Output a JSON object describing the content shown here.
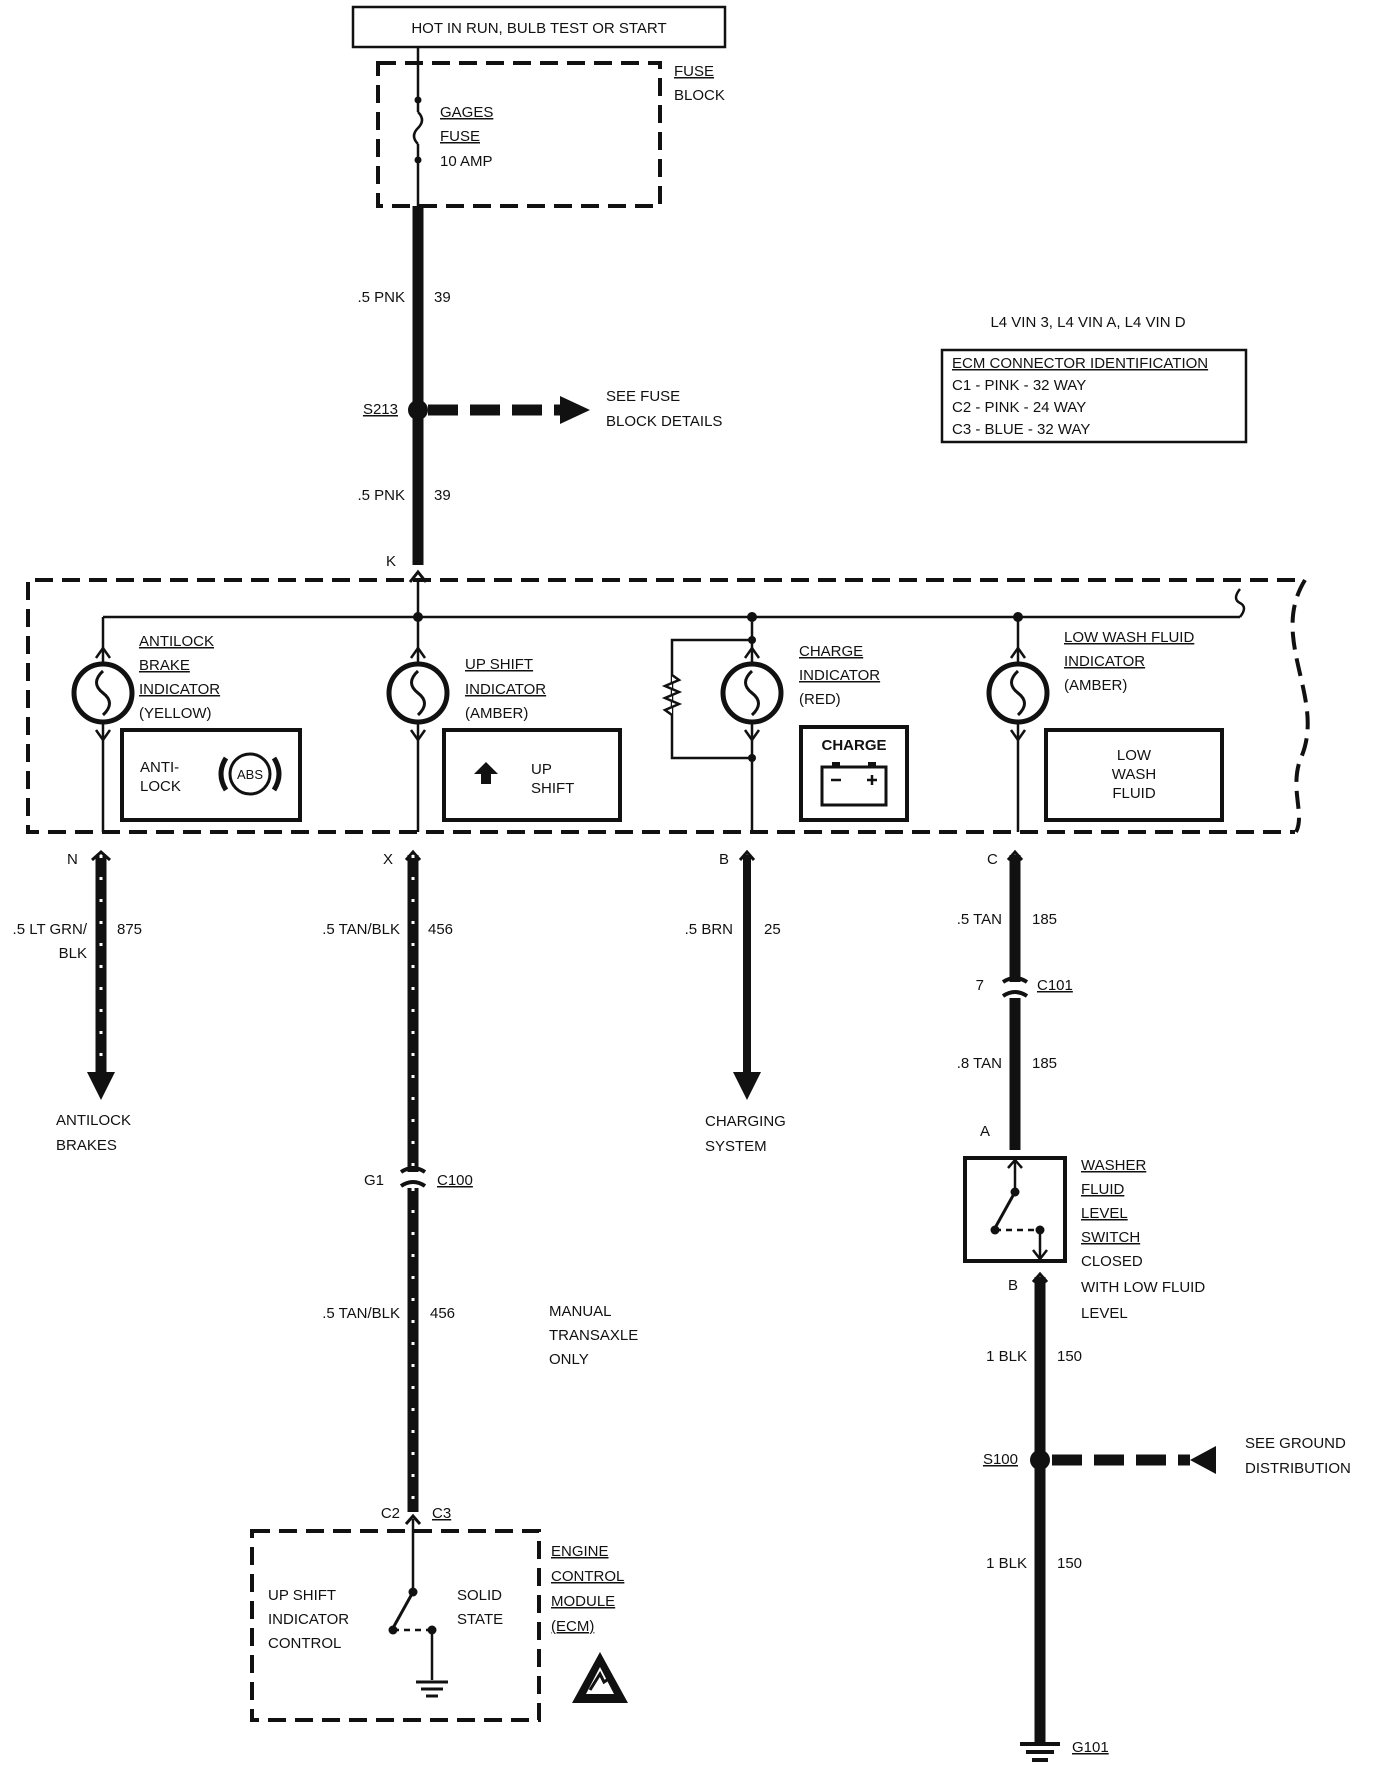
{
  "header": {
    "power_label": "HOT IN RUN, BULB TEST OR START"
  },
  "fuse_block": {
    "label_line1": "FUSE",
    "label_line2": "BLOCK",
    "fuse_line1": "GAGES",
    "fuse_line2": "FUSE",
    "fuse_rating": "10 AMP"
  },
  "feed_wire": {
    "upper_gauge": ".5 PNK",
    "upper_circuit": "39",
    "splice": "S213",
    "splice_note_line1": "SEE FUSE",
    "splice_note_line2": "BLOCK DETAILS",
    "lower_gauge": ".5 PNK",
    "lower_circuit": "39",
    "cluster_pin": "K"
  },
  "vin_note": "L4 VIN 3, L4 VIN A, L4 VIN D",
  "ecm_connector_id": {
    "title": "ECM CONNECTOR IDENTIFICATION",
    "rows": [
      "C1 - PINK - 32 WAY",
      "C2 - PINK - 24 WAY",
      "C3 - BLUE - 32 WAY"
    ]
  },
  "indicators": {
    "antilock": {
      "name_lines": [
        "ANTILOCK",
        "BRAKE",
        "INDICATOR",
        "(YELLOW)"
      ],
      "panel_line1": "ANTI-",
      "panel_line2": "LOCK",
      "panel_symbol": "ABS",
      "pin": "N"
    },
    "upshift": {
      "name_lines": [
        "UP SHIFT",
        "INDICATOR",
        "(AMBER)"
      ],
      "panel_line1": "UP",
      "panel_line2": "SHIFT",
      "pin": "X"
    },
    "charge": {
      "name_lines": [
        "CHARGE",
        "INDICATOR",
        "(RED)"
      ],
      "panel_text": "CHARGE",
      "pin": "B"
    },
    "lowwash": {
      "name_lines": [
        "LOW WASH FLUID",
        "INDICATOR",
        "(AMBER)"
      ],
      "panel_lines": [
        "LOW",
        "WASH",
        "FLUID"
      ],
      "pin": "C"
    }
  },
  "circuits": {
    "antilock": {
      "gauge_line1": ".5 LT GRN/",
      "gauge_line2": "BLK",
      "circuit": "875",
      "dest_line1": "ANTILOCK",
      "dest_line2": "BRAKES"
    },
    "upshift": {
      "gauge1": ".5 TAN/BLK",
      "circuit1": "456",
      "conn_pin": "G1",
      "conn": "C100",
      "gauge2": ".5 TAN/BLK",
      "circuit2": "456",
      "note_lines": [
        "MANUAL",
        "TRANSAXLE",
        "ONLY"
      ]
    },
    "charge": {
      "gauge": ".5 BRN",
      "circuit": "25",
      "dest_line1": "CHARGING",
      "dest_line2": "SYSTEM"
    },
    "washer": {
      "gauge1": ".5 TAN",
      "circuit1": "185",
      "conn_pin": "7",
      "conn": "C101",
      "gauge2": ".8 TAN",
      "circuit2": "185",
      "switch_pin_a": "A",
      "switch_pin_b": "B",
      "switch_lines": [
        "WASHER",
        "FLUID",
        "LEVEL",
        "SWITCH",
        "CLOSED",
        "WITH LOW FLUID",
        "LEVEL"
      ],
      "gauge3": "1 BLK",
      "circuit3": "150",
      "splice": "S100",
      "splice_note_line1": "SEE GROUND",
      "splice_note_line2": "DISTRIBUTION",
      "gauge4": "1 BLK",
      "circuit4": "150",
      "ground": "G101"
    }
  },
  "ecm": {
    "pin_c2": "C2",
    "pin_c3": "C3",
    "title_lines": [
      "ENGINE",
      "CONTROL",
      "MODULE",
      "(ECM)"
    ],
    "control_lines": [
      "UP SHIFT",
      "INDICATOR",
      "CONTROL"
    ],
    "state_lines": [
      "SOLID",
      "STATE"
    ]
  }
}
